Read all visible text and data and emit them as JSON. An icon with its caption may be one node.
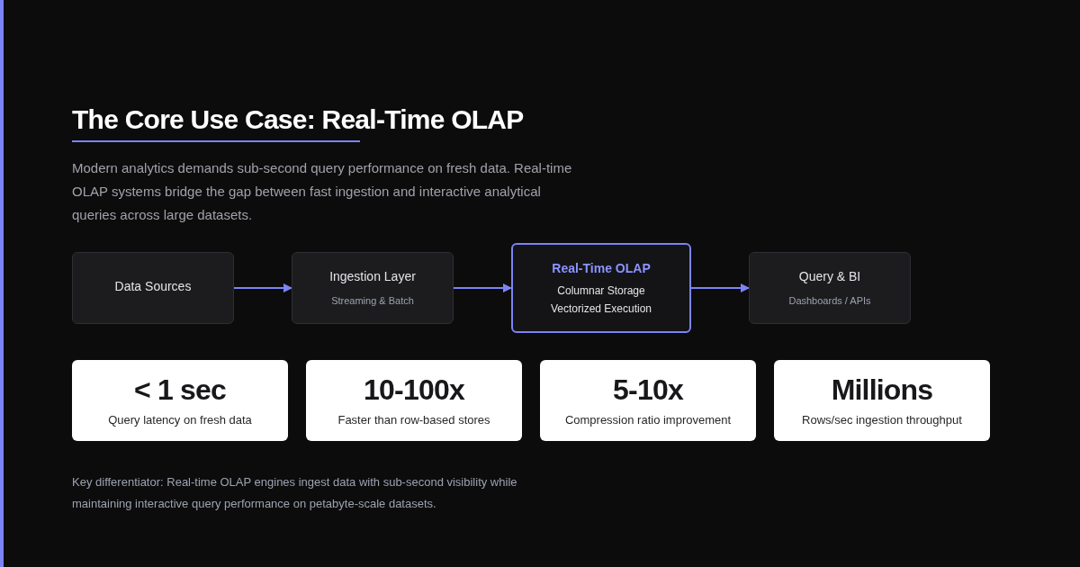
{
  "diagram": {
    "title": "The Core Use Case: Real-Time OLAP",
    "nodes": [
      {
        "text": [
          "Data Sources"
        ]
      },
      {
        "text": [
          "Ingestion Layer",
          "Streaming & Batch"
        ]
      },
      {
        "text": [
          "Real-Time OLAP",
          "Columnar Storage",
          "Vectorized Execution"
        ]
      },
      {
        "text": [
          "Query & BI",
          "Dashboards / APIs"
        ]
      },
      {
        "text": [
          "< 1 sec",
          "Query latency on fresh data"
        ]
      },
      {
        "text": [
          "10-100x",
          "Faster than row-based stores"
        ]
      },
      {
        "text": [
          "5-10x",
          "Compression ratio improvement"
        ]
      },
      {
        "text": [
          "Millions",
          "Rows/sec ingestion throughput"
        ]
      }
    ],
    "edges": [
      {
        "from": 0,
        "to": 1,
        "arrow": "to"
      },
      {
        "from": 1,
        "to": 2,
        "arrow": "to"
      },
      {
        "from": 2,
        "to": 3,
        "arrow": "to"
      }
    ],
    "labels": [
      "Modern analytics demands sub-second query performance on fresh data. Real-time OLAP systems bridge the gap between fast ingestion and interactive analytical queries across large datasets.",
      "Key differentiator: Real-time OLAP engines ingest data with sub-second visibility while maintaining interactive query performance on petabyte-scale datasets."
    ]
  }
}
